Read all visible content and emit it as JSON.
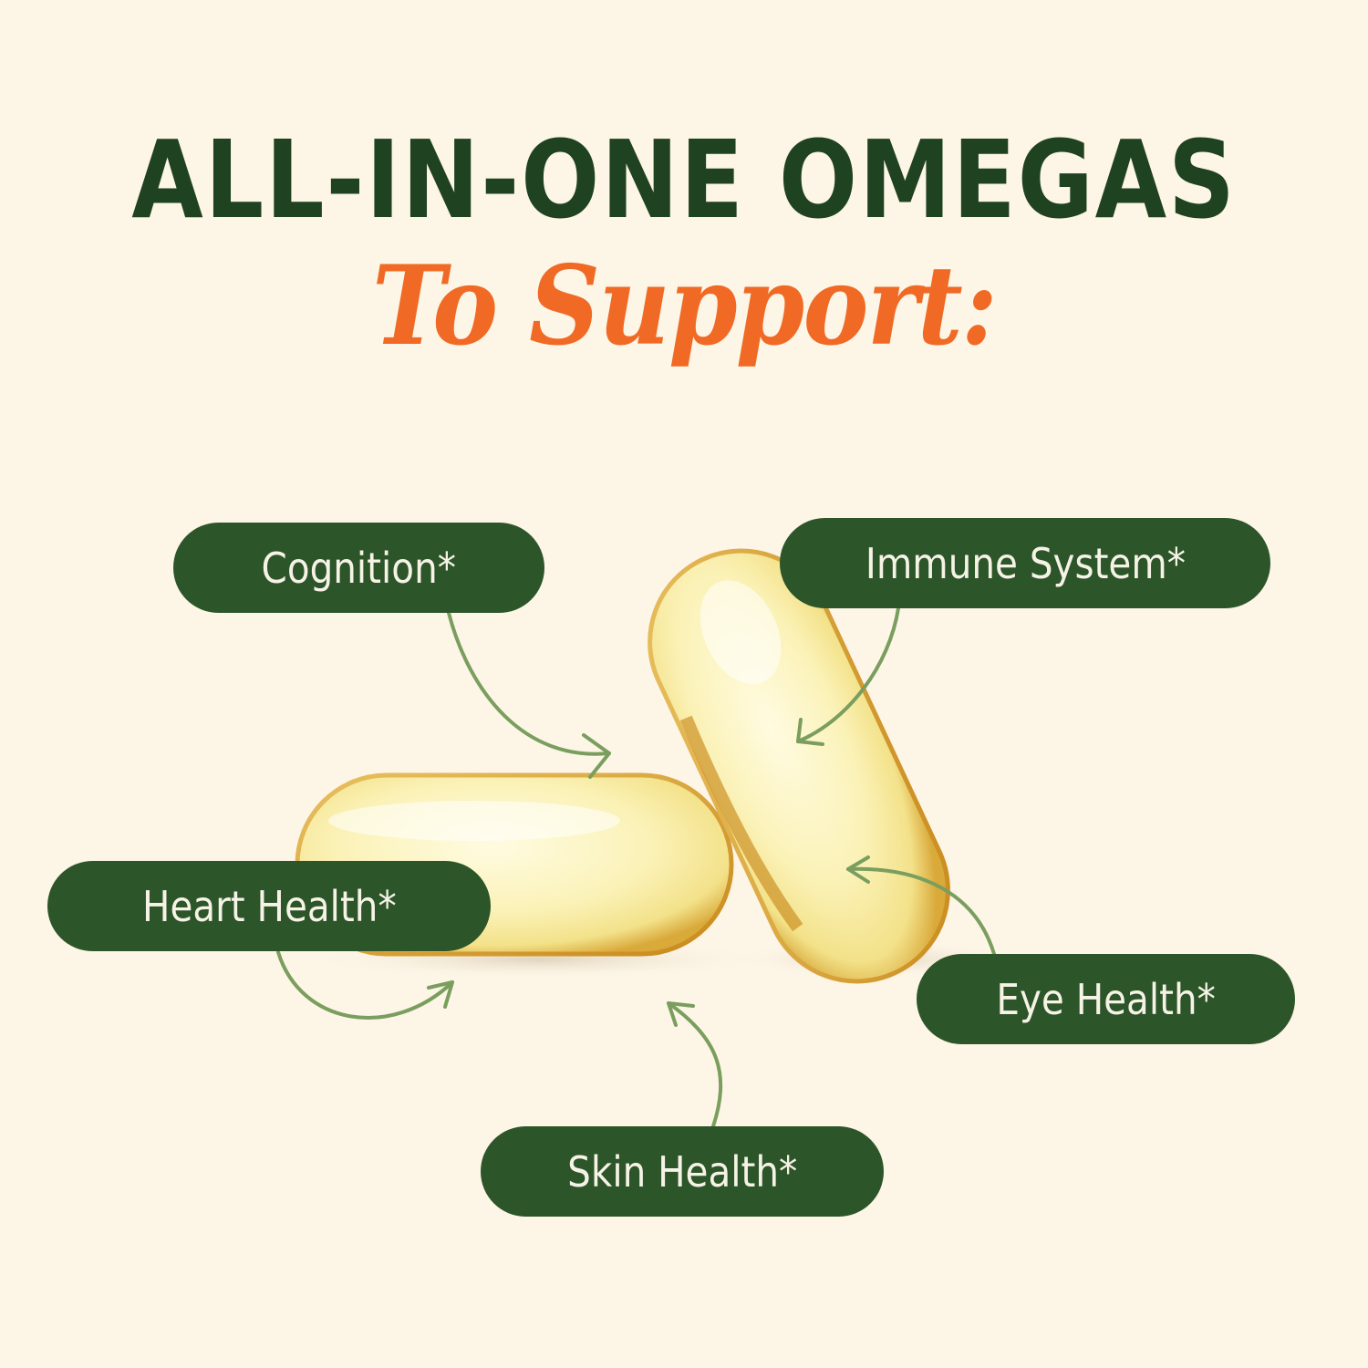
{
  "header": {
    "title": "ALL-IN-ONE OMEGAS",
    "subtitle": "To Support:"
  },
  "benefits": [
    {
      "label": "Cognition*"
    },
    {
      "label": "Immune System*"
    },
    {
      "label": "Heart Health*"
    },
    {
      "label": "Eye Health*"
    },
    {
      "label": "Skin Health*"
    }
  ],
  "image": {
    "subject": "two translucent yellow softgel capsules"
  },
  "colors": {
    "background": "#fdf5e6",
    "title": "#1f4220",
    "subtitle": "#f06a25",
    "pill": "#2c5529",
    "pill_text": "#f6f3e6",
    "arrow": "#7a9e5e"
  }
}
